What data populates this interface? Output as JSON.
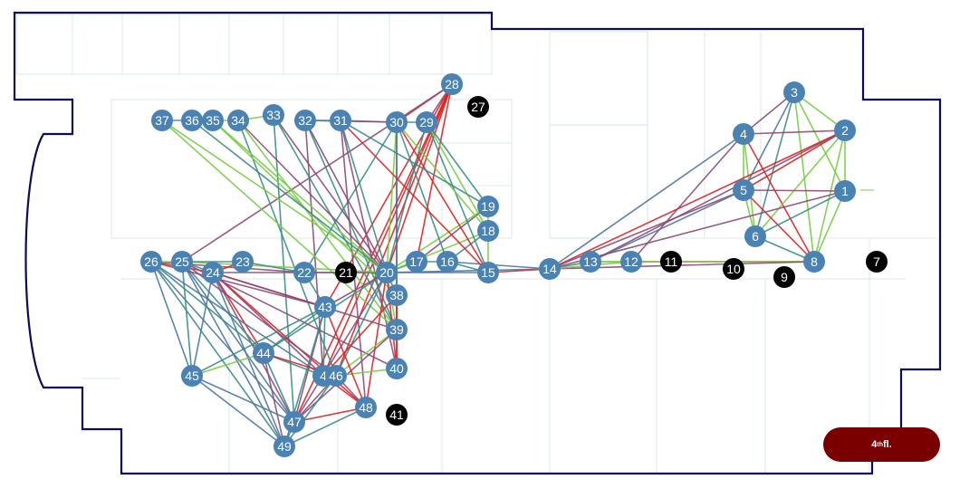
{
  "floor": {
    "number": "4",
    "suffix": "th",
    "label": " fl."
  },
  "colors": {
    "wall": "#0b0b5c",
    "grid": "#cfe3e8",
    "node_active": "#4a82b4",
    "node_inactive": "#000000",
    "badge": "#7a0000",
    "edge_red": "#dd2222",
    "edge_green": "#77cc44",
    "edge_teal": "#3a8c86",
    "edge_purple": "#8a4a78",
    "edge_blue": "#4a76a0"
  },
  "nodes": [
    {
      "id": "1",
      "label": "1",
      "status": "active"
    },
    {
      "id": "2",
      "label": "2",
      "status": "active"
    },
    {
      "id": "3",
      "label": "3",
      "status": "active"
    },
    {
      "id": "4",
      "label": "4",
      "status": "active"
    },
    {
      "id": "5",
      "label": "5",
      "status": "active"
    },
    {
      "id": "6",
      "label": "6",
      "status": "active"
    },
    {
      "id": "7",
      "label": "7",
      "status": "inactive"
    },
    {
      "id": "8",
      "label": "8",
      "status": "active"
    },
    {
      "id": "9",
      "label": "9",
      "status": "inactive"
    },
    {
      "id": "10",
      "label": "10",
      "status": "inactive"
    },
    {
      "id": "11",
      "label": "11",
      "status": "inactive"
    },
    {
      "id": "12",
      "label": "12",
      "status": "active"
    },
    {
      "id": "13",
      "label": "13",
      "status": "active"
    },
    {
      "id": "14",
      "label": "14",
      "status": "active"
    },
    {
      "id": "15",
      "label": "15",
      "status": "active"
    },
    {
      "id": "16",
      "label": "16",
      "status": "active"
    },
    {
      "id": "17",
      "label": "17",
      "status": "active"
    },
    {
      "id": "18",
      "label": "18",
      "status": "active"
    },
    {
      "id": "19",
      "label": "19",
      "status": "active"
    },
    {
      "id": "20",
      "label": "20",
      "status": "active"
    },
    {
      "id": "21",
      "label": "21",
      "status": "inactive"
    },
    {
      "id": "22",
      "label": "22",
      "status": "active"
    },
    {
      "id": "23",
      "label": "23",
      "status": "active"
    },
    {
      "id": "24",
      "label": "24",
      "status": "active"
    },
    {
      "id": "25",
      "label": "25",
      "status": "active"
    },
    {
      "id": "26",
      "label": "26",
      "status": "active"
    },
    {
      "id": "27",
      "label": "27",
      "status": "inactive"
    },
    {
      "id": "28",
      "label": "28",
      "status": "active"
    },
    {
      "id": "29",
      "label": "29",
      "status": "active"
    },
    {
      "id": "30",
      "label": "30",
      "status": "active"
    },
    {
      "id": "31",
      "label": "31",
      "status": "active"
    },
    {
      "id": "32",
      "label": "32",
      "status": "active"
    },
    {
      "id": "33",
      "label": "33",
      "status": "active"
    },
    {
      "id": "34",
      "label": "34",
      "status": "active"
    },
    {
      "id": "35",
      "label": "35",
      "status": "active"
    },
    {
      "id": "36",
      "label": "36",
      "status": "active"
    },
    {
      "id": "37",
      "label": "37",
      "status": "active"
    },
    {
      "id": "38",
      "label": "38",
      "status": "active"
    },
    {
      "id": "39",
      "label": "39",
      "status": "active"
    },
    {
      "id": "40",
      "label": "40",
      "status": "active"
    },
    {
      "id": "41",
      "label": "41",
      "status": "inactive"
    },
    {
      "id": "42",
      "label": "4",
      "status": "active"
    },
    {
      "id": "43",
      "label": "43",
      "status": "active"
    },
    {
      "id": "44",
      "label": "44",
      "status": "active"
    },
    {
      "id": "45",
      "label": "45",
      "status": "active"
    },
    {
      "id": "46",
      "label": "46",
      "status": "active"
    },
    {
      "id": "47",
      "label": "47",
      "status": "active"
    },
    {
      "id": "48",
      "label": "48",
      "status": "active"
    },
    {
      "id": "49",
      "label": "49",
      "status": "active"
    }
  ],
  "edges": [
    [
      "3",
      "4",
      "purple"
    ],
    [
      "3",
      "5",
      "blue"
    ],
    [
      "3",
      "2",
      "green"
    ],
    [
      "3",
      "1",
      "green"
    ],
    [
      "3",
      "6",
      "teal"
    ],
    [
      "3",
      "8",
      "green"
    ],
    [
      "4",
      "2",
      "purple"
    ],
    [
      "4",
      "5",
      "green"
    ],
    [
      "4",
      "6",
      "green"
    ],
    [
      "4",
      "8",
      "red"
    ],
    [
      "4",
      "14",
      "blue"
    ],
    [
      "4",
      "12",
      "purple"
    ],
    [
      "2",
      "5",
      "red"
    ],
    [
      "2",
      "1",
      "green"
    ],
    [
      "2",
      "6",
      "green"
    ],
    [
      "2",
      "8",
      "green"
    ],
    [
      "2",
      "14",
      "red"
    ],
    [
      "2",
      "13",
      "purple"
    ],
    [
      "5",
      "1",
      "purple"
    ],
    [
      "5",
      "6",
      "green"
    ],
    [
      "5",
      "8",
      "red"
    ],
    [
      "5",
      "14",
      "purple"
    ],
    [
      "5",
      "13",
      "blue"
    ],
    [
      "1",
      "6",
      "teal"
    ],
    [
      "1",
      "8",
      "green"
    ],
    [
      "1",
      "14",
      "purple"
    ],
    [
      "6",
      "8",
      "teal"
    ],
    [
      "8",
      "12",
      "red"
    ],
    [
      "8",
      "13",
      "green"
    ],
    [
      "8",
      "14",
      "purple"
    ],
    [
      "12",
      "13",
      "green"
    ],
    [
      "13",
      "14",
      "teal"
    ],
    [
      "12",
      "14",
      "green"
    ],
    [
      "14",
      "15",
      "red"
    ],
    [
      "14",
      "16",
      "blue"
    ],
    [
      "14",
      "20",
      "blue"
    ],
    [
      "15",
      "16",
      "teal"
    ],
    [
      "16",
      "17",
      "teal"
    ],
    [
      "17",
      "20",
      "teal"
    ],
    [
      "15",
      "20",
      "blue"
    ],
    [
      "19",
      "18",
      "green"
    ],
    [
      "18",
      "15",
      "green"
    ],
    [
      "19",
      "20",
      "green"
    ],
    [
      "19",
      "17",
      "purple"
    ],
    [
      "18",
      "20",
      "green"
    ],
    [
      "18",
      "16",
      "teal"
    ],
    [
      "28",
      "20",
      "red"
    ],
    [
      "28",
      "29",
      "purple"
    ],
    [
      "28",
      "30",
      "red"
    ],
    [
      "28",
      "17",
      "red"
    ],
    [
      "28",
      "43",
      "red"
    ],
    [
      "28",
      "42",
      "red"
    ],
    [
      "28",
      "47",
      "red"
    ],
    [
      "28",
      "25",
      "purple"
    ],
    [
      "28",
      "46",
      "red"
    ],
    [
      "29",
      "30",
      "teal"
    ],
    [
      "29",
      "18",
      "green"
    ],
    [
      "29",
      "19",
      "teal"
    ],
    [
      "29",
      "15",
      "teal"
    ],
    [
      "29",
      "20",
      "teal"
    ],
    [
      "30",
      "31",
      "teal"
    ],
    [
      "30",
      "32",
      "purple"
    ],
    [
      "30",
      "18",
      "green"
    ],
    [
      "30",
      "15",
      "red"
    ],
    [
      "30",
      "16",
      "teal"
    ],
    [
      "30",
      "20",
      "green"
    ],
    [
      "30",
      "38",
      "purple"
    ],
    [
      "30",
      "39",
      "blue"
    ],
    [
      "30",
      "22",
      "teal"
    ],
    [
      "31",
      "32",
      "teal"
    ],
    [
      "31",
      "19",
      "teal"
    ],
    [
      "31",
      "15",
      "red"
    ],
    [
      "31",
      "20",
      "teal"
    ],
    [
      "31",
      "40",
      "purple"
    ],
    [
      "31",
      "48",
      "purple"
    ],
    [
      "32",
      "20",
      "purple"
    ],
    [
      "32",
      "39",
      "teal"
    ],
    [
      "32",
      "42",
      "purple"
    ],
    [
      "33",
      "34",
      "green"
    ],
    [
      "33",
      "20",
      "purple"
    ],
    [
      "33",
      "39",
      "teal"
    ],
    [
      "33",
      "47",
      "teal"
    ],
    [
      "34",
      "35",
      "green"
    ],
    [
      "34",
      "20",
      "purple"
    ],
    [
      "34",
      "46",
      "teal"
    ],
    [
      "34",
      "39",
      "green"
    ],
    [
      "35",
      "36",
      "teal"
    ],
    [
      "35",
      "20",
      "green"
    ],
    [
      "35",
      "38",
      "green"
    ],
    [
      "36",
      "37",
      "teal"
    ],
    [
      "36",
      "20",
      "teal"
    ],
    [
      "37",
      "20",
      "green"
    ],
    [
      "37",
      "39",
      "green"
    ],
    [
      "20",
      "22",
      "teal"
    ],
    [
      "20",
      "24",
      "purple"
    ],
    [
      "20",
      "25",
      "green"
    ],
    [
      "20",
      "38",
      "teal"
    ],
    [
      "20",
      "39",
      "green"
    ],
    [
      "20",
      "40",
      "red"
    ],
    [
      "20",
      "43",
      "purple"
    ],
    [
      "20",
      "44",
      "teal"
    ],
    [
      "20",
      "46",
      "teal"
    ],
    [
      "20",
      "47",
      "purple"
    ],
    [
      "20",
      "48",
      "red"
    ],
    [
      "22",
      "23",
      "teal"
    ],
    [
      "22",
      "26",
      "purple"
    ],
    [
      "22",
      "43",
      "teal"
    ],
    [
      "23",
      "24",
      "red"
    ],
    [
      "23",
      "25",
      "teal"
    ],
    [
      "24",
      "25",
      "teal"
    ],
    [
      "25",
      "26",
      "green"
    ],
    [
      "24",
      "26",
      "red"
    ],
    [
      "24",
      "43",
      "red"
    ],
    [
      "24",
      "39",
      "purple"
    ],
    [
      "24",
      "44",
      "red"
    ],
    [
      "24",
      "47",
      "purple"
    ],
    [
      "24",
      "49",
      "blue"
    ],
    [
      "24",
      "42",
      "purple"
    ],
    [
      "24",
      "45",
      "blue"
    ],
    [
      "24",
      "48",
      "red"
    ],
    [
      "25",
      "44",
      "teal"
    ],
    [
      "25",
      "46",
      "purple"
    ],
    [
      "25",
      "47",
      "blue"
    ],
    [
      "25",
      "49",
      "blue"
    ],
    [
      "25",
      "45",
      "teal"
    ],
    [
      "25",
      "40",
      "purple"
    ],
    [
      "26",
      "44",
      "teal"
    ],
    [
      "26",
      "47",
      "blue"
    ],
    [
      "26",
      "49",
      "teal"
    ],
    [
      "26",
      "45",
      "blue"
    ],
    [
      "26",
      "42",
      "blue"
    ],
    [
      "26",
      "43",
      "purple"
    ],
    [
      "38",
      "39",
      "red"
    ],
    [
      "38",
      "40",
      "red"
    ],
    [
      "38",
      "42",
      "red"
    ],
    [
      "39",
      "40",
      "red"
    ],
    [
      "39",
      "46",
      "green"
    ],
    [
      "39",
      "47",
      "purple"
    ],
    [
      "40",
      "46",
      "green"
    ],
    [
      "43",
      "44",
      "teal"
    ],
    [
      "43",
      "47",
      "purple"
    ],
    [
      "43",
      "49",
      "teal"
    ],
    [
      "43",
      "45",
      "teal"
    ],
    [
      "43",
      "42",
      "teal"
    ],
    [
      "44",
      "42",
      "teal"
    ],
    [
      "44",
      "46",
      "red"
    ],
    [
      "44",
      "47",
      "teal"
    ],
    [
      "44",
      "49",
      "purple"
    ],
    [
      "44",
      "45",
      "green"
    ],
    [
      "45",
      "47",
      "blue"
    ],
    [
      "45",
      "49",
      "blue"
    ],
    [
      "46",
      "47",
      "purple"
    ],
    [
      "46",
      "48",
      "purple"
    ],
    [
      "46",
      "49",
      "teal"
    ],
    [
      "47",
      "48",
      "red"
    ],
    [
      "47",
      "49",
      "blue"
    ],
    [
      "48",
      "49",
      "teal"
    ],
    [
      "48",
      "42",
      "red"
    ],
    [
      "43",
      "48",
      "red"
    ]
  ]
}
